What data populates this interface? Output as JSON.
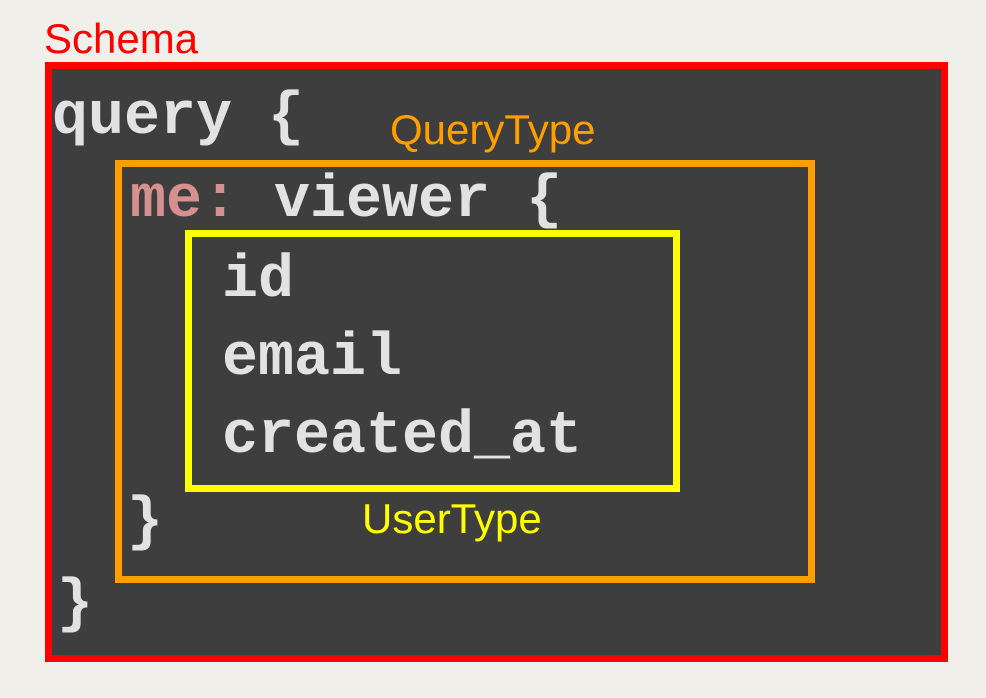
{
  "diagram": {
    "title_label": "Schema",
    "annotations": {
      "query_type": "QueryType",
      "user_type": "UserType"
    },
    "code": {
      "query_open": "query {",
      "me_key": "me:",
      "viewer_open": " viewer {",
      "fields": [
        "id",
        "email",
        "created_at"
      ],
      "viewer_close": "}",
      "query_close": "}"
    },
    "colors": {
      "page_background": "#F0EFE9",
      "panel_background": "#3E3E3E",
      "schema_border": "#FF0000",
      "querytype_border": "#FF9E00",
      "usertype_border": "#FFFF00",
      "field_key": "#D59090",
      "code_text": "#E2E2E2"
    }
  }
}
